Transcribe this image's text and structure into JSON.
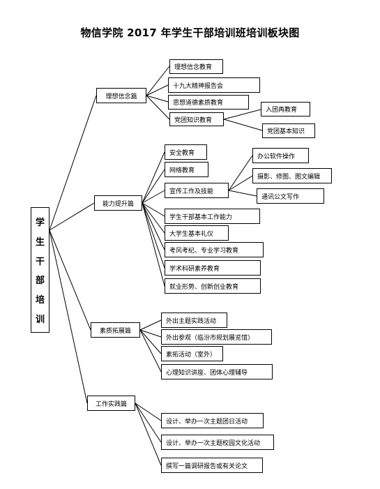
{
  "title": "物信学院 2017 年学生干部培训班培训板块图",
  "root": {
    "chars": [
      "学",
      "生",
      "干",
      "部",
      "培",
      "训"
    ]
  },
  "sections": [
    {
      "label": "理想信念篇",
      "items": [
        "理想信念教育",
        "十九大精神报告会",
        "思想道德素质教育",
        "党团知识教育"
      ],
      "sub": [
        "入团再教育",
        "党团基本知识"
      ]
    },
    {
      "label": "能力提升篇",
      "items": [
        "安全教育",
        "网络教育",
        "宣传工作及技能",
        "学生干部基本工作能力",
        "大学生基本礼仪",
        "考风考纪、专业学习教育",
        "学术科研素养教育",
        "就业形势、创新创业教育"
      ],
      "sub": [
        "办公软件操作",
        "摄影、修图、图文编辑",
        "通讯公文写作"
      ]
    },
    {
      "label": "素质拓展篇",
      "items": [
        "外出主题实践活动",
        "外出参观（临汾市规划展览馆）",
        "素拓活动（室外）",
        "心理知识讲座、团体心理辅导"
      ]
    },
    {
      "label": "工作实践篇",
      "items": [
        "设计、举办一次主题团日活动",
        "设计、举办一次主题校园文化活动",
        "撰写一篇调研报告或有关论文"
      ]
    }
  ]
}
